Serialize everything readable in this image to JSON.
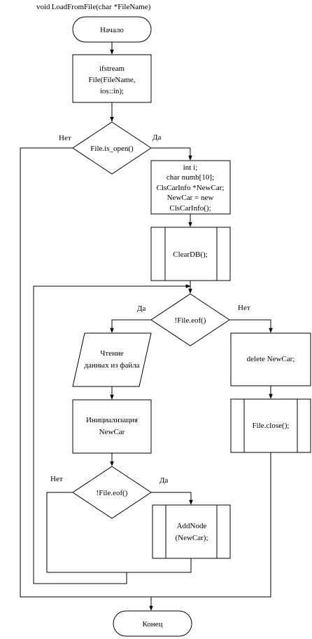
{
  "signature": {
    "kw_void": "void",
    "name": "LoadFromFile(",
    "kw_char": "char",
    "rest": "*FileName)"
  },
  "start": {
    "label": "Начало"
  },
  "stream": {
    "line1": "ifstream",
    "line2": "File(FileName,",
    "line3": "ios::in);"
  },
  "open_check": {
    "label": "File.is_open()",
    "no": "Нет",
    "yes": "Да"
  },
  "declarations": {
    "l1_kw": "int",
    "l1_rest": " i;",
    "l2_kw": "char",
    "l2_rest": " numb[10];",
    "l3": "ClsCarInfo *NewCar;",
    "l4_pre": "NewCar = ",
    "l4_kw": "new",
    "l5": "ClsCarInfo();"
  },
  "clear_db": {
    "label": "ClearDB();"
  },
  "eof_check": {
    "label": "!File.eof()",
    "yes": "Да",
    "no": "Нет"
  },
  "read": {
    "line1": "Чтение",
    "line2": "данных из файла"
  },
  "init": {
    "line1": "Инициализация",
    "line2": "NewCar"
  },
  "eof_check2": {
    "label": "!File.eof()",
    "no": "Нет",
    "yes": "Да"
  },
  "add_node": {
    "line1": "AddNode",
    "line2": "(NewCar);"
  },
  "delete_car": {
    "kw": "delete",
    "rest": " NewCar;"
  },
  "file_close": {
    "label": "File.close();"
  },
  "end": {
    "label": "Конец"
  },
  "colors": {
    "keyword": "#0000cc",
    "stroke": "#000000",
    "fill": "#ffffff"
  }
}
